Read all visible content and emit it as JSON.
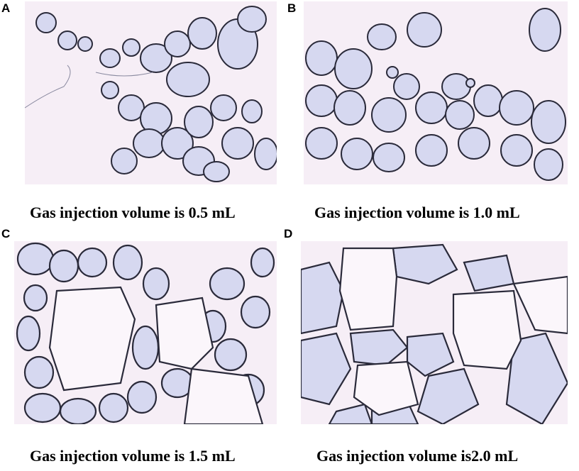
{
  "panels": [
    {
      "letter": "A",
      "caption": "Gas injection volume is 0.5 mL"
    },
    {
      "letter": "B",
      "caption": "Gas injection volume is 1.0 mL"
    },
    {
      "letter": "C",
      "caption": "Gas injection volume is 1.5 mL"
    },
    {
      "letter": "D",
      "caption": "Gas injection volume is2.0 mL"
    }
  ],
  "colors": {
    "background": "#f6eef6",
    "bubble_fill": "#d6d8f0",
    "film_edge": "#2a2a3a",
    "large_cell": "#fbf6fb"
  }
}
